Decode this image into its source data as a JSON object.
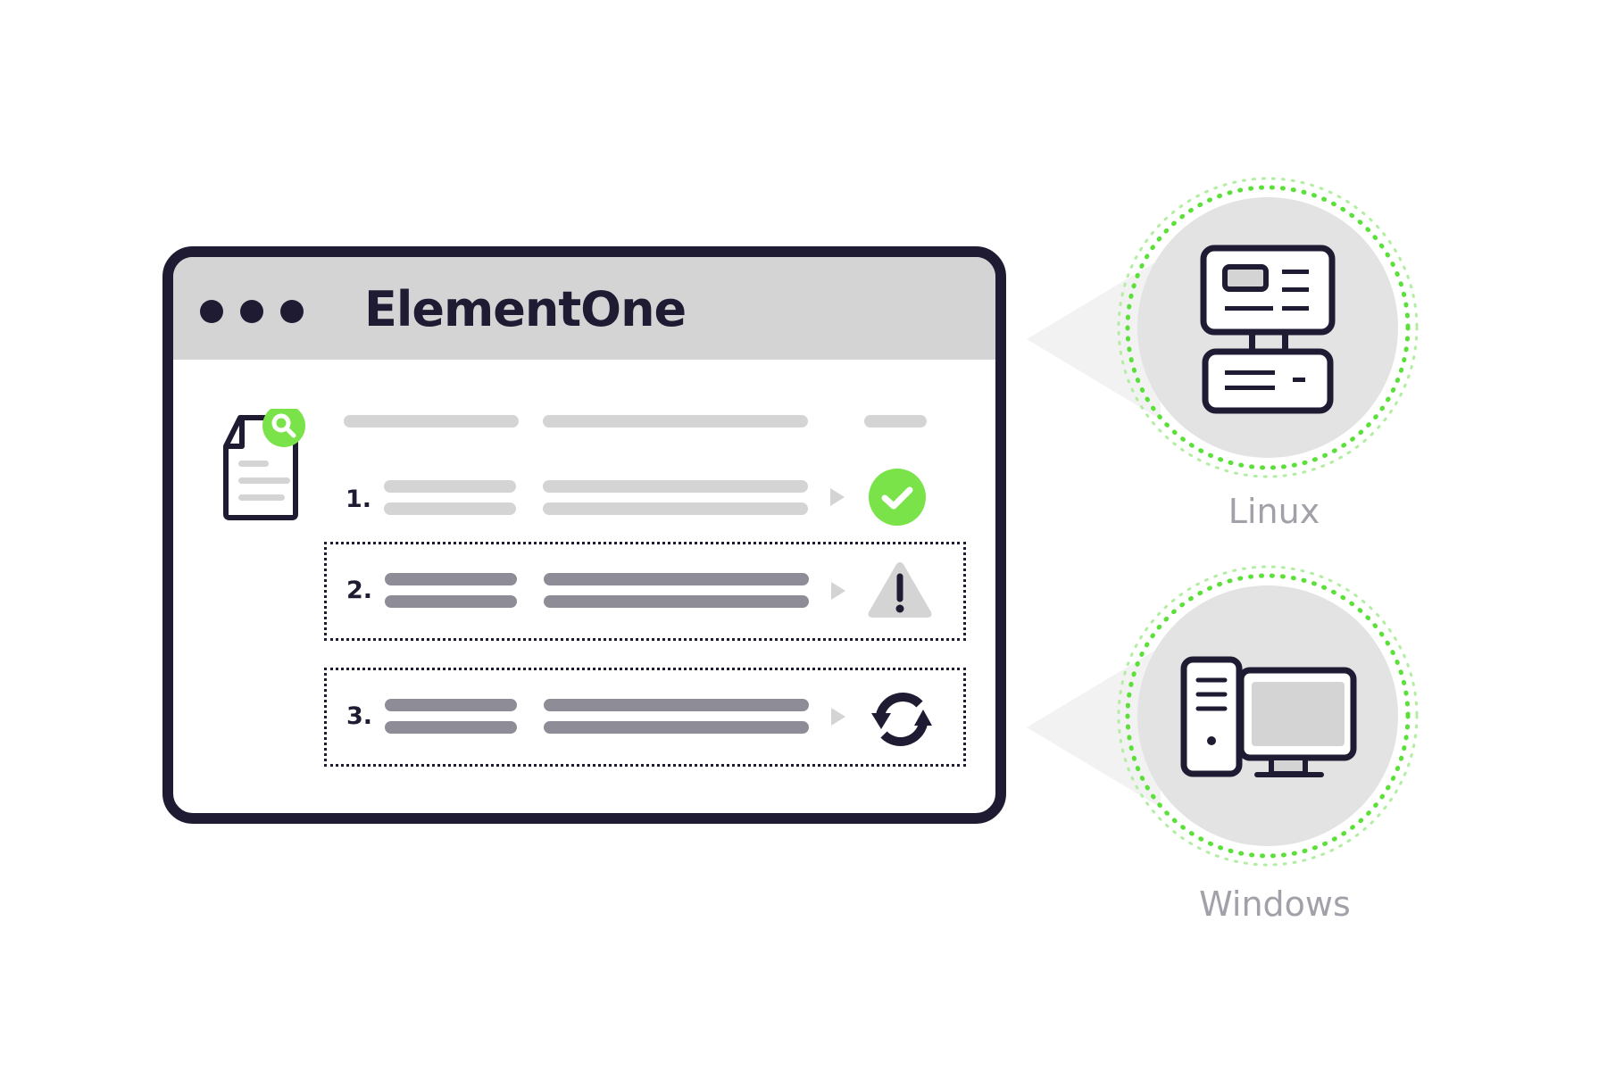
{
  "app": {
    "title": "ElementOne",
    "window_dots": 3
  },
  "main": {
    "document_icon": "document-search-icon",
    "header_placeholders": [
      "column-1",
      "column-2",
      "column-3"
    ],
    "rows": [
      {
        "number": "1.",
        "status": "success",
        "status_icon": "check-circle-icon",
        "highlighted": false
      },
      {
        "number": "2.",
        "status": "warning",
        "status_icon": "warning-triangle-icon",
        "highlighted": true
      },
      {
        "number": "3.",
        "status": "syncing",
        "status_icon": "sync-icon",
        "highlighted": true
      }
    ]
  },
  "targets": [
    {
      "label": "Linux",
      "icon": "server-computer-icon"
    },
    {
      "label": "Windows",
      "icon": "desktop-computer-icon"
    }
  ],
  "colors": {
    "ink": "#1e1b33",
    "accent_green": "#7ae34a",
    "ring_green": "#5be03a",
    "bar_light": "#d4d4d4",
    "bar_dark": "#8e8c96",
    "label_gray": "#a2a1a9",
    "circle_bg": "#e3e3e3"
  }
}
